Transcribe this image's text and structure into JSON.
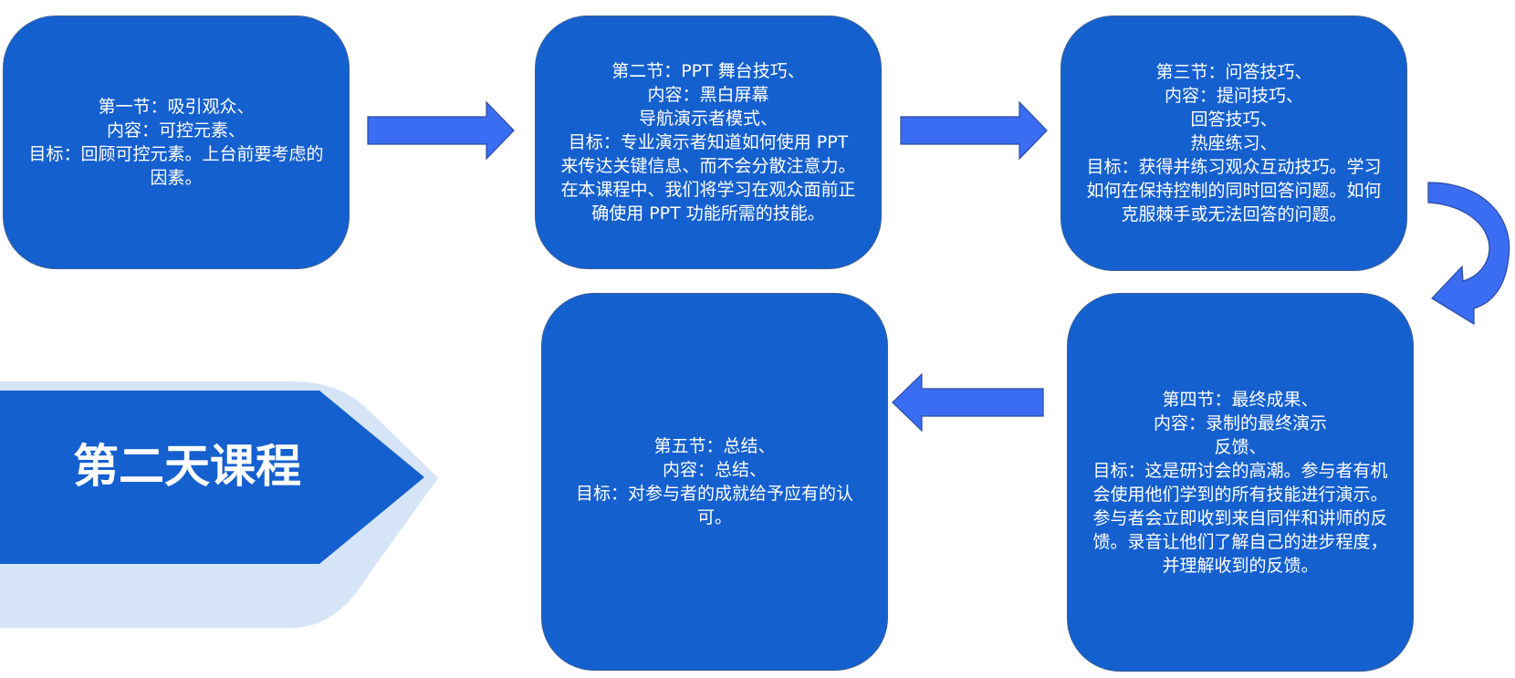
{
  "banner": {
    "title": "第二天课程",
    "colors": {
      "front": "#1560cf",
      "shadow": "#d6e4f7"
    }
  },
  "colors": {
    "node_fill": "#1560cf",
    "node_border": "#3a5f96",
    "arrow_fill": "#3b6df2",
    "arrow_stroke": "#2a4a9e",
    "text": "#ffffff"
  },
  "sections": [
    {
      "id": "section-1",
      "lines": [
        "第一节：吸引观众、",
        "内容：可控元素、",
        "目标：回顾可控元素。上台前要考虑的因素。"
      ]
    },
    {
      "id": "section-2",
      "lines": [
        "第二节：PPT 舞台技巧、",
        "内容：黑白屏幕",
        "导航演示者模式、",
        "目标：专业演示者知道如何使用 PPT 来传达关键信息、而不会分散注意力。在本课程中、我们将学习在观众面前正确使用 PPT 功能所需的技能。"
      ]
    },
    {
      "id": "section-3",
      "lines": [
        "第三节：问答技巧、",
        "内容：提问技巧、",
        "回答技巧、",
        "热座练习、",
        "目标：获得并练习观众互动技巧。学习如何在保持控制的同时回答问题。如何克服棘手或无法回答的问题。"
      ]
    },
    {
      "id": "section-4",
      "lines": [
        "第四节：最终成果、",
        "内容：录制的最终演示",
        "反馈、",
        "目标：这是研讨会的高潮。参与者有机会使用他们学到的所有技能进行演示。参与者会立即收到来自同伴和讲师的反馈。录音让他们了解自己的进步程度，并理解收到的反馈。"
      ]
    },
    {
      "id": "section-5",
      "lines": [
        "第五节：总结、",
        "内容：总结、",
        "目标：对参与者的成就给予应有的认可。"
      ]
    }
  ]
}
